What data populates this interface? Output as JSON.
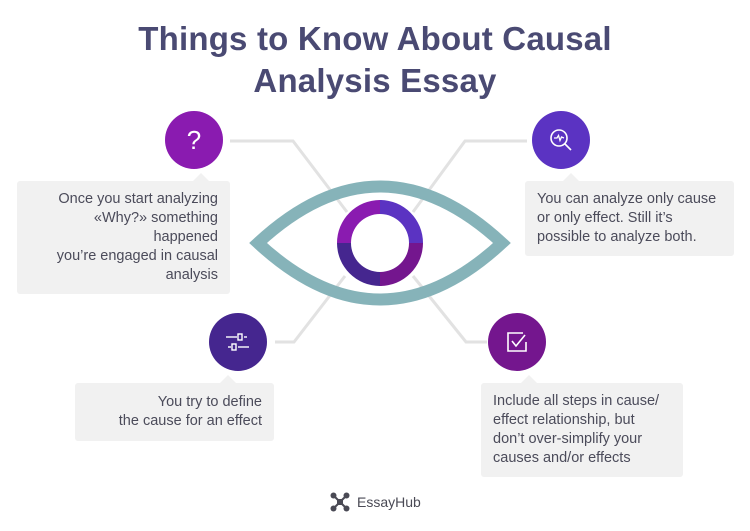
{
  "title": {
    "line1": "Things to Know About Causal",
    "line2": "Analysis Essay"
  },
  "colors": {
    "title": "#4a4a73",
    "eye_outline": "#86b3b9",
    "connector": "#e2e2e2",
    "card_bg": "#f1f1f1",
    "iris_top_left": "#8a1bb0",
    "iris_top_right": "#5b33c2",
    "iris_bottom_left": "#45268f",
    "iris_bottom_right": "#74168e"
  },
  "center_graphic": {
    "icon": "eye-icon"
  },
  "items": [
    {
      "position": "top-left",
      "icon": "question-mark-icon",
      "icon_glyph": "?",
      "badge_color": "#8a1bb0",
      "lines": [
        "Once you start analyzing",
        "«Why?» something happened",
        "you’re engaged in causal",
        "analysis"
      ]
    },
    {
      "position": "top-right",
      "icon": "magnifier-pulse-icon",
      "badge_color": "#5b33c2",
      "lines": [
        "You can analyze only cause",
        "or only effect. Still it’s",
        "possible to analyze both."
      ]
    },
    {
      "position": "bottom-left",
      "icon": "sliders-icon",
      "badge_color": "#45268f",
      "lines": [
        "You try to define",
        "the cause for an effect"
      ]
    },
    {
      "position": "bottom-right",
      "icon": "checkbox-check-icon",
      "badge_color": "#74168e",
      "lines": [
        "Include all steps in cause/",
        "effect relationship, but",
        "don’t over-simplify your",
        "causes and/or effects"
      ]
    }
  ],
  "footer": {
    "brand_name": "EssayHub",
    "logo_icon": "essayhub-logo-icon"
  }
}
